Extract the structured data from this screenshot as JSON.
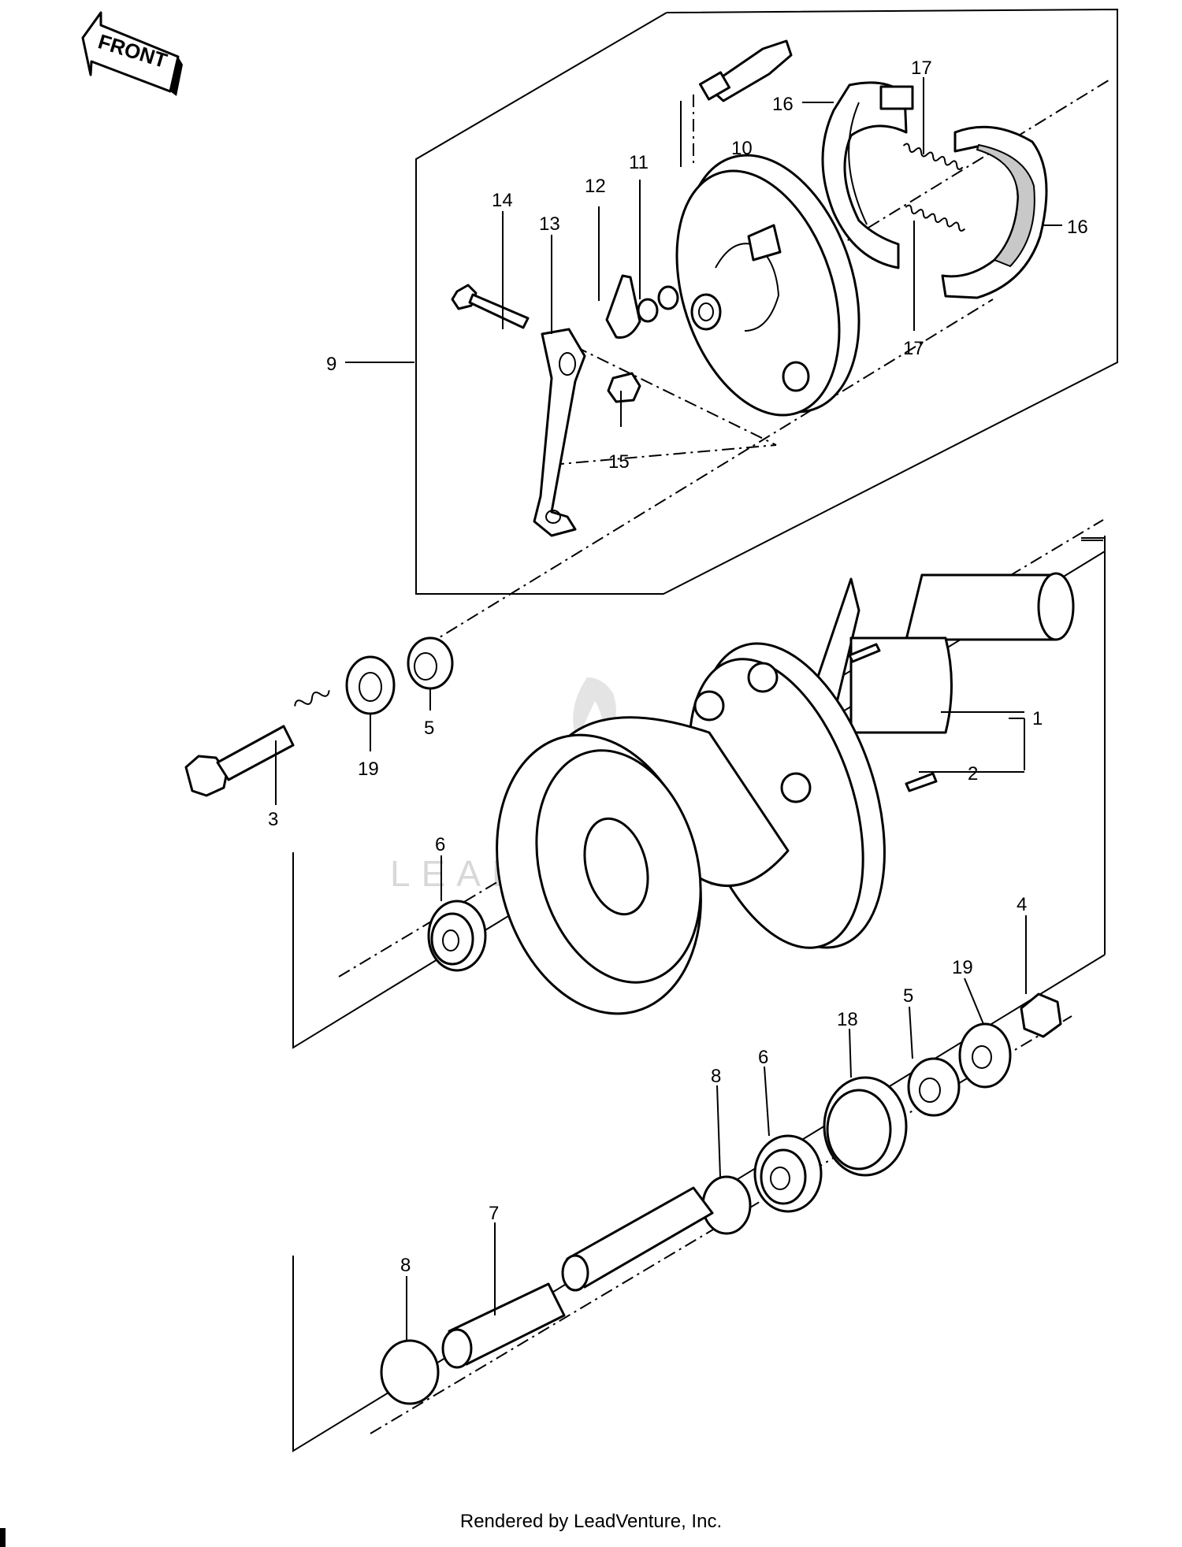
{
  "diagram": {
    "front_label": "FRONT",
    "watermark": "LEADVENTURE",
    "callouts": {
      "c1": "1",
      "c2": "2",
      "c3": "3",
      "c4": "4",
      "c5a": "5",
      "c5b": "5",
      "c6a": "6",
      "c6b": "6",
      "c7": "7",
      "c8a": "8",
      "c8b": "8",
      "c9": "9",
      "c10": "10",
      "c11": "11",
      "c12": "12",
      "c13": "13",
      "c14": "14",
      "c15": "15",
      "c16a": "16",
      "c16b": "16",
      "c17a": "17",
      "c17b": "17",
      "c18": "18",
      "c19a": "19",
      "c19b": "19"
    }
  },
  "footer": {
    "text": "Rendered by LeadVenture, Inc."
  }
}
